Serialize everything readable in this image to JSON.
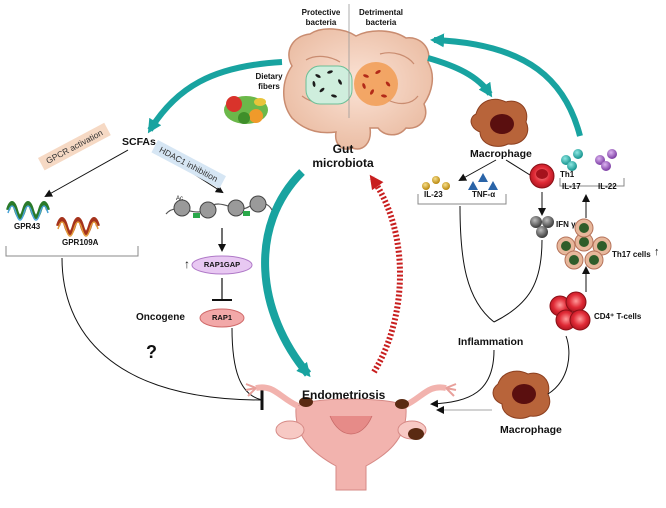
{
  "colors": {
    "teal_arrow": "#18a3a0",
    "red_arrow": "#c81e1e",
    "uterus": "#f2b3ae",
    "lesion": "#5a2a12",
    "macrophage": "#b85a30",
    "th1": "#d8202a",
    "cd4": "#d62837",
    "th17_outer": "#e7b79b",
    "th17_inner": "#2f5d2a",
    "il17": "#1fb5b0",
    "il22": "#9a56c0",
    "il23": "#d4a020",
    "tnf": "#2a64a8",
    "ifn": "#5a5a5a",
    "gpcr_tag": "#f6d9c4",
    "hdac_tag": "#d6e6f4",
    "rap1gap": "#d4a6e6",
    "rap1": "#f2a0a0"
  },
  "labels": {
    "protective_bacteria": "Protective bacteria",
    "detrimental_bacteria": "Detrimental bacteria",
    "dietary_fibers": "Dietary fibers",
    "scfas": "SCFAs",
    "gpcr_activation": "GPCR activation",
    "hdac1_inhibition": "HDAC1 inhibition",
    "gpr43": "GPR43",
    "gpr109a": "GPR109A",
    "rap1gap": "RAP1GAP",
    "oncogene": "Oncogene",
    "rap1": "RAP1",
    "question": "?",
    "up_arrow": "↑",
    "gut_microbiota": "Gut microbiota",
    "endometriosis": "Endometriosis",
    "macrophage_top": "Macrophage",
    "il23": "IL-23",
    "tnf_alpha": "TNF-α",
    "th1": "Th1",
    "ifn_gamma": "IFN γ",
    "inflammation": "Inflammation",
    "macrophage_bottom": "Macrophage",
    "il17": "IL-17",
    "il22": "IL-22",
    "th17_cells": "Th17 cells",
    "th17_arrow": "↑",
    "cd4_tcells": "CD4⁺ T-cells",
    "ac": "Ac"
  }
}
